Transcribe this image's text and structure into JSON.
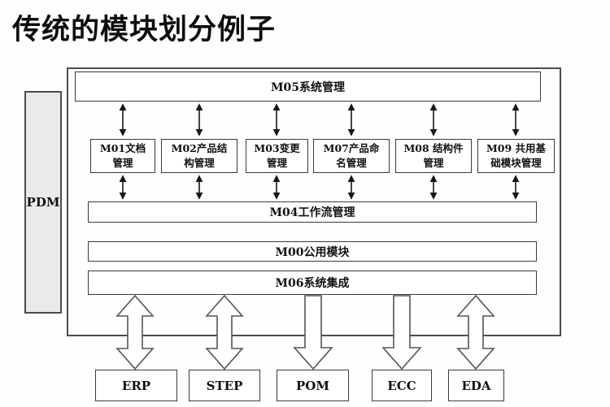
{
  "title": "传统的模块划分例子",
  "pdm": {
    "label": "PDM"
  },
  "layers": {
    "m05": "M05系统管理",
    "m04": "M04工作流管理",
    "m00": "M00公用模块",
    "m06": "M06系统集成"
  },
  "modules": [
    {
      "line1": "M01文档",
      "line2": "管理"
    },
    {
      "line1": "M02产品结",
      "line2": "构管理"
    },
    {
      "line1": "M03变更",
      "line2": "管理"
    },
    {
      "line1": "M07产品命",
      "line2": "名管理"
    },
    {
      "line1": "M08 结构件",
      "line2": "管理"
    },
    {
      "line1": "M09 共用基",
      "line2": "础模块管理"
    }
  ],
  "external_systems": [
    {
      "label": "ERP"
    },
    {
      "label": "STEP"
    },
    {
      "label": "POM"
    },
    {
      "label": "ECC"
    },
    {
      "label": "EDA"
    }
  ],
  "colors": {
    "line": "#2f2f2f",
    "hollow_arrow_stroke": "#555555",
    "pdm_fill": "#eaeaea",
    "background": "#ffffff"
  }
}
